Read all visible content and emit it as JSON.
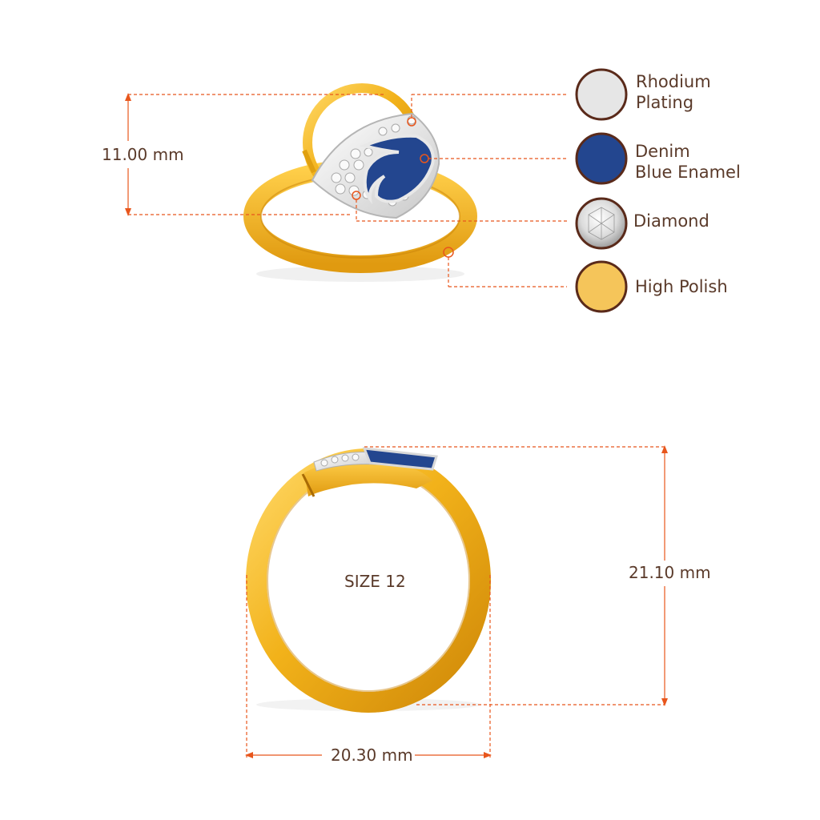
{
  "dimensions": {
    "top_height": "11.00 mm",
    "side_height": "21.10 mm",
    "width": "20.30 mm",
    "size": "SIZE 12"
  },
  "legend": [
    {
      "line1": "Rhodium",
      "line2": "Plating",
      "color": "#e6e6e6"
    },
    {
      "line1": "Denim",
      "line2": "Blue Enamel",
      "color": "#23468f"
    },
    {
      "line1": "Diamond",
      "line2": "",
      "color": "#d8d8d8"
    },
    {
      "line1": "High Polish",
      "line2": "",
      "color": "#f5c55a"
    }
  ],
  "colors": {
    "dimension_line": "#e8561c",
    "label_text": "#5a3a2a",
    "legend_border": "#5a2a1a",
    "gold": "#f2b21a",
    "gold_dark": "#d08a0a",
    "gold_light": "#ffd560"
  }
}
